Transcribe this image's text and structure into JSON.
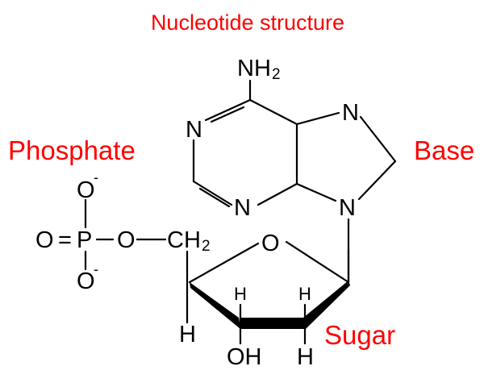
{
  "title": "Nucleotide structure",
  "labels": {
    "phosphate": "Phosphate",
    "base": "Base",
    "sugar": "Sugar"
  },
  "atoms": {
    "amine_n": "NH",
    "amine_sub": "2",
    "n1": "N",
    "n3": "N",
    "n7": "N",
    "n9": "N",
    "ring_o": "O",
    "p": "P",
    "p_o_top": "O",
    "p_o_left": "O",
    "p_o_bottom": "O",
    "p_o_bridge": "O",
    "ch": "CH",
    "ch_sub": "2",
    "h4": "H",
    "h3": "H",
    "h2": "H",
    "oh": "OH",
    "h1": "H",
    "charge_minus": "-",
    "bond_eq": "="
  },
  "colors": {
    "label_color": "#ff0000",
    "structure_color": "#000000"
  }
}
